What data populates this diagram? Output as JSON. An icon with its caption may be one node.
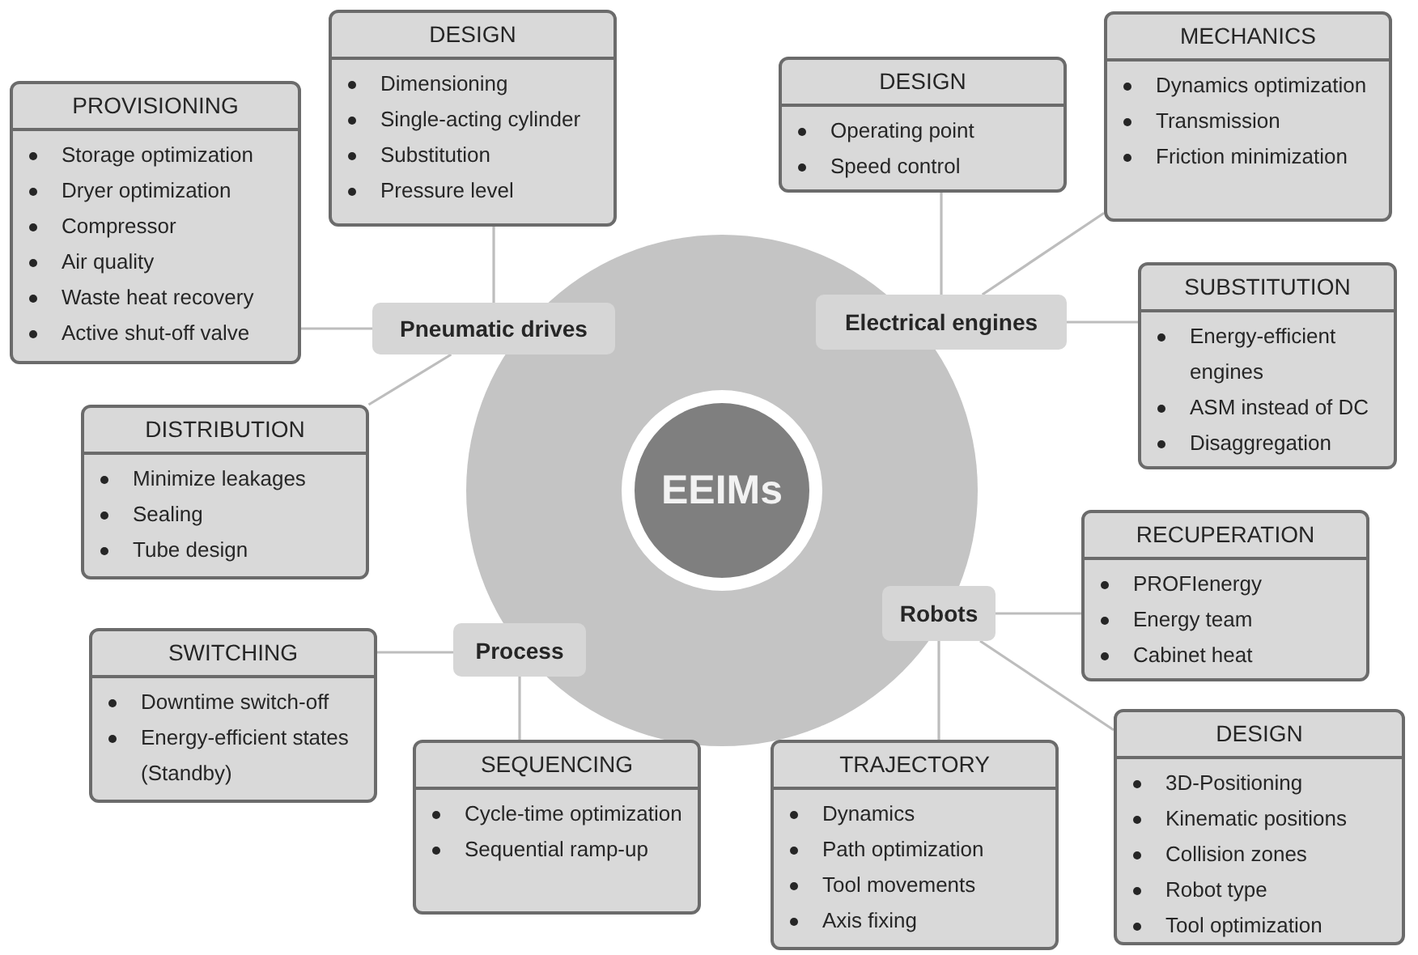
{
  "diagram": {
    "nodes": [
      {
        "text": [],
        "shape": "circle"
      },
      {
        "text": [
          "EEIMs"
        ],
        "in": 0
      },
      {
        "text": [
          "Pneumatic drives"
        ]
      },
      {
        "text": [
          "Electrical engines"
        ]
      },
      {
        "text": [
          "Process"
        ]
      },
      {
        "text": [
          "Robots"
        ]
      },
      {
        "text": [
          "PROVISIONING",
          "Storage optimization",
          "Dryer optimization",
          "Compressor",
          "Air quality",
          "Waste heat recovery",
          "Active shut-off valve"
        ]
      },
      {
        "text": [
          "DESIGN",
          "Dimensioning",
          "Single-acting cylinder",
          "Substitution",
          "Pressure level"
        ]
      },
      {
        "text": [
          "DISTRIBUTION",
          "Minimize leakages",
          "Sealing",
          "Tube design"
        ]
      },
      {
        "text": [
          "DESIGN",
          "Operating point",
          "Speed control"
        ]
      },
      {
        "text": [
          "MECHANICS",
          "Dynamics optimization",
          "Transmission",
          "Friction minimization"
        ]
      },
      {
        "text": [
          "SUBSTITUTION",
          "Energy-efficient engines",
          "ASM instead of DC",
          "Disaggregation"
        ]
      },
      {
        "text": [
          "SWITCHING",
          "Downtime switch-off",
          "Energy-efficient states (Standby)"
        ]
      },
      {
        "text": [
          "SEQUENCING",
          "Cycle-time optimization",
          "Sequential ramp-up"
        ]
      },
      {
        "text": [
          "RECUPERATION",
          "PROFIenergy",
          "Energy team",
          "Cabinet heat"
        ]
      },
      {
        "text": [
          "TRAJECTORY",
          "Dynamics",
          "Path optimization",
          "Tool movements",
          "Axis fixing"
        ]
      },
      {
        "text": [
          "DESIGN",
          "3D-Positioning",
          "Kinematic positions",
          "Collision zones",
          "Robot type",
          "Tool optimization"
        ]
      }
    ],
    "edges": [
      {
        "from": 2,
        "to": 6,
        "arrow": "none"
      },
      {
        "from": 2,
        "to": 7,
        "arrow": "none"
      },
      {
        "from": 2,
        "to": 8,
        "arrow": "none"
      },
      {
        "from": 3,
        "to": 9,
        "arrow": "none"
      },
      {
        "from": 3,
        "to": 10,
        "arrow": "none"
      },
      {
        "from": 3,
        "to": 11,
        "arrow": "none"
      },
      {
        "from": 4,
        "to": 12,
        "arrow": "none"
      },
      {
        "from": 4,
        "to": 13,
        "arrow": "none"
      },
      {
        "from": 5,
        "to": 14,
        "arrow": "none"
      },
      {
        "from": 5,
        "to": 15,
        "arrow": "none"
      },
      {
        "from": 5,
        "to": 16,
        "arrow": "none"
      }
    ]
  }
}
